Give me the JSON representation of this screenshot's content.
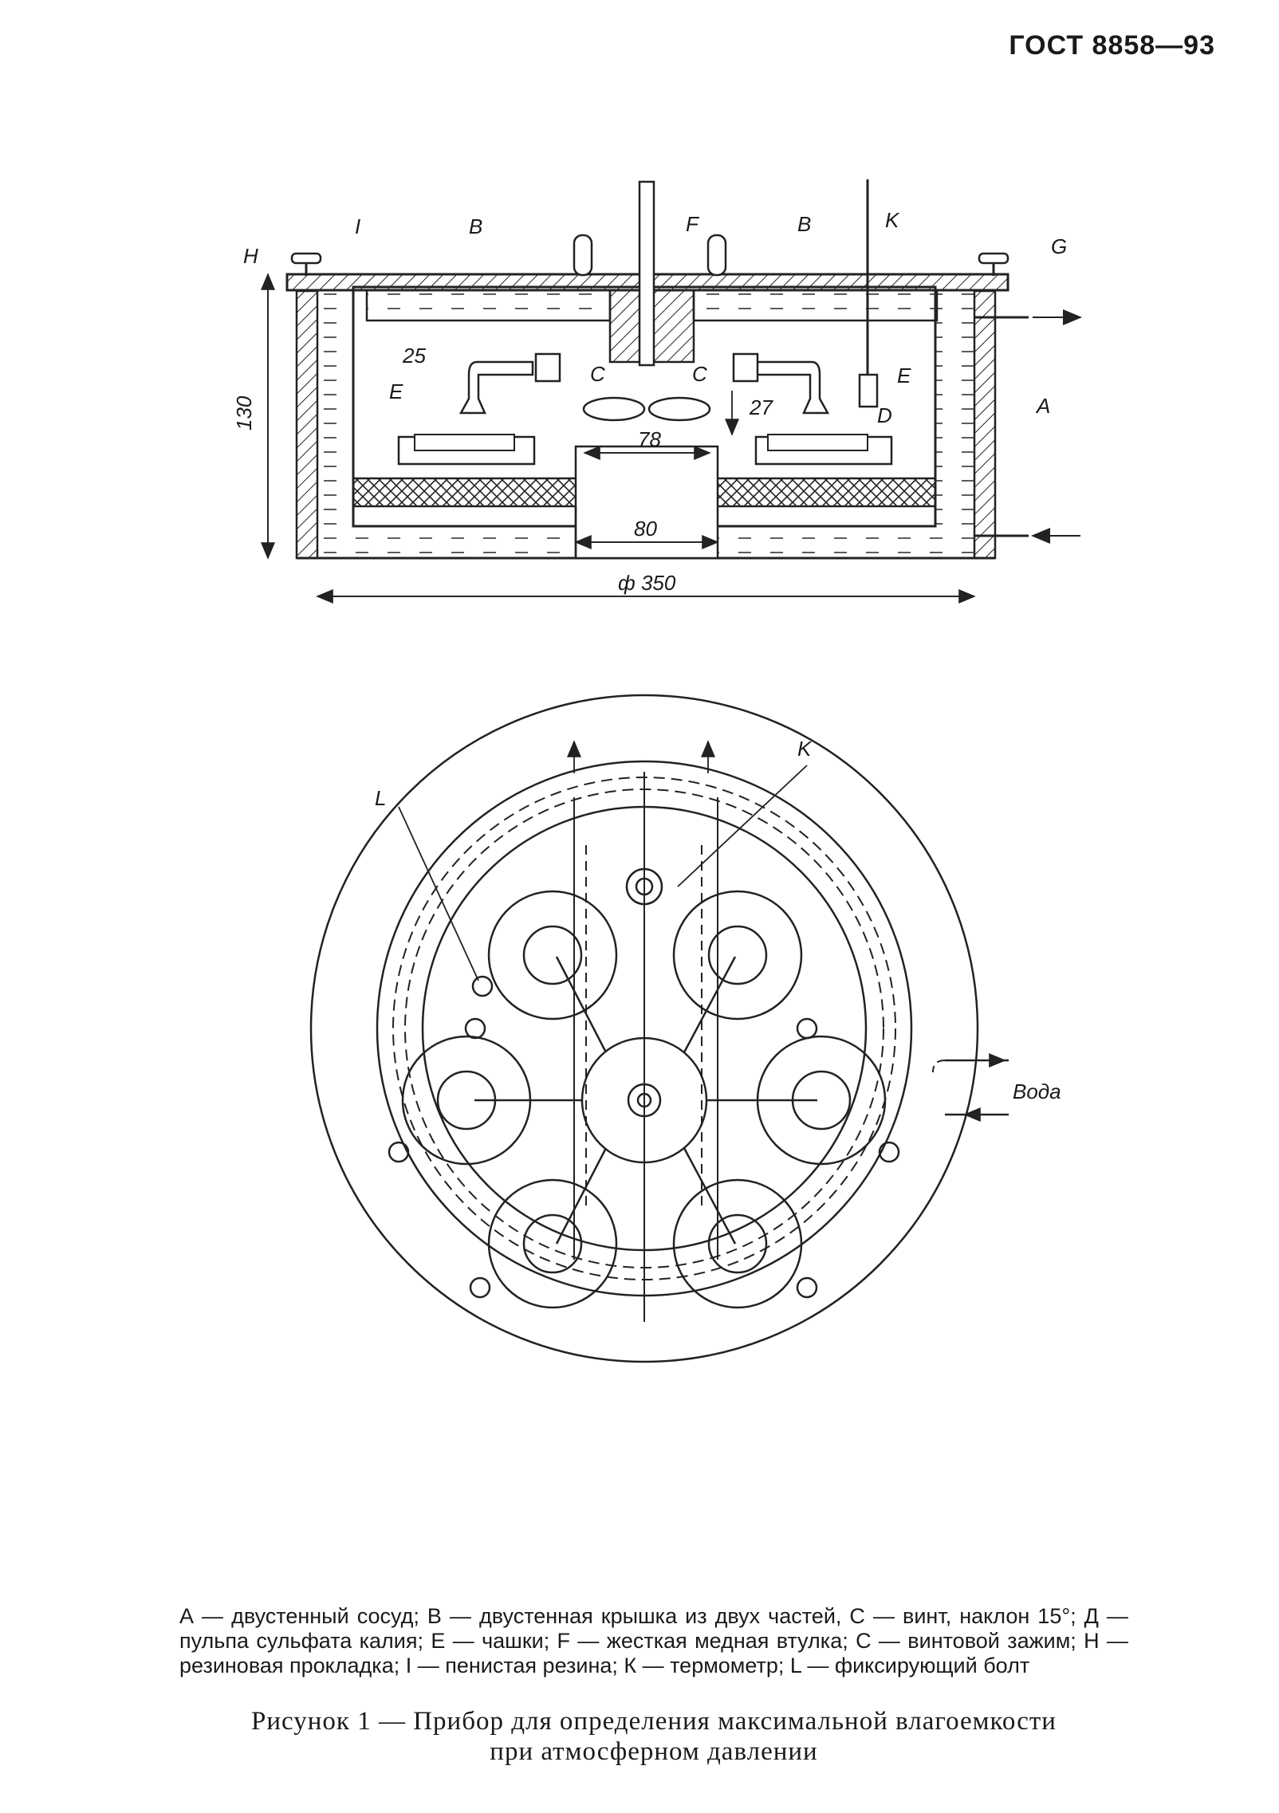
{
  "header": {
    "standard": "ГОСТ 8858—93"
  },
  "section_view": {
    "labels": {
      "H": "H",
      "I": "I",
      "B": "B",
      "F": "F",
      "B2": "B",
      "K": "K",
      "G": "G",
      "n25": "25",
      "C1": "C",
      "C2": "C",
      "n27": "27",
      "E1": "E",
      "E2": "E",
      "D": "D",
      "A": "A",
      "n130": "130",
      "n78": "78",
      "n80": "80",
      "d350": "ф 350"
    }
  },
  "plan_view": {
    "labels": {
      "K": "K",
      "L": "L",
      "water": "Вода"
    }
  },
  "caption": {
    "legend": "А — двустенный сосуд; В — двустенная крышка из двух частей, С — винт, наклон 15°; Д — пульпа сульфата калия; Е — чашки; F — жесткая медная втулка; С — винтовой зажим; Н — резиновая прокладка; I — пенистая резина; К — термометр; L — фиксирующий болт",
    "title_line1": "Рисунок 1 — Прибор для определения максимальной  влагоемкости",
    "title_line2": "при атмосферном давлении"
  }
}
